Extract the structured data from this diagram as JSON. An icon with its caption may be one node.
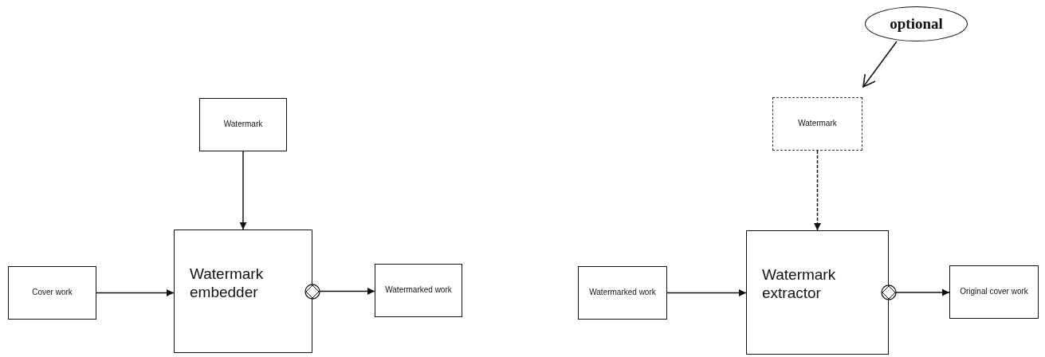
{
  "diagram": {
    "nodes": [
      {
        "text": [
          "Watermark"
        ]
      },
      {
        "text": [
          "Cover work"
        ]
      },
      {
        "text": [
          "Watermark embedder"
        ]
      },
      {
        "text": [
          "Watermarked work"
        ]
      },
      {
        "text": [
          "optional"
        ]
      },
      {
        "text": [
          "Watermark"
        ]
      },
      {
        "text": [
          "Watermarked work"
        ]
      },
      {
        "text": [
          "Watermark extractor"
        ]
      },
      {
        "text": [
          "Original cover work"
        ]
      }
    ],
    "edges": [
      {
        "from": 0,
        "to": 2,
        "arrow": "to"
      },
      {
        "from": 1,
        "to": 2,
        "arrow": "to"
      },
      {
        "from": 2,
        "to": 3,
        "arrow": "to"
      },
      {
        "from": 4,
        "to": 5,
        "arrow": "to"
      },
      {
        "from": 5,
        "to": 7,
        "arrow": "to",
        "style": "dashed"
      },
      {
        "from": 6,
        "to": 7,
        "arrow": "to"
      },
      {
        "from": 7,
        "to": 8,
        "arrow": "to"
      }
    ]
  }
}
